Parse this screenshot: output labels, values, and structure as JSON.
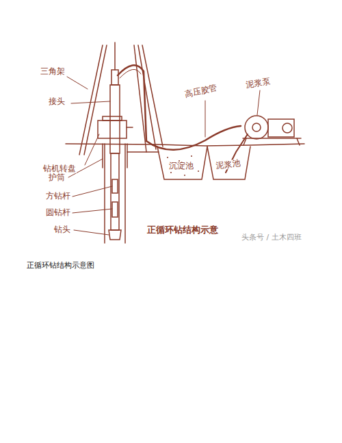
{
  "diagram": {
    "title": "正循环钻结构示意",
    "caption": "正循环钻结构示意图",
    "labels": [
      "三角架",
      "接头",
      "钻机转盘",
      "护筒",
      "方钻杆",
      "圆钻杆",
      "钻头",
      "高压胶管",
      "泥浆泵",
      "沉淀池",
      "泥浆池",
      "头条号 / 土木四班"
    ]
  }
}
